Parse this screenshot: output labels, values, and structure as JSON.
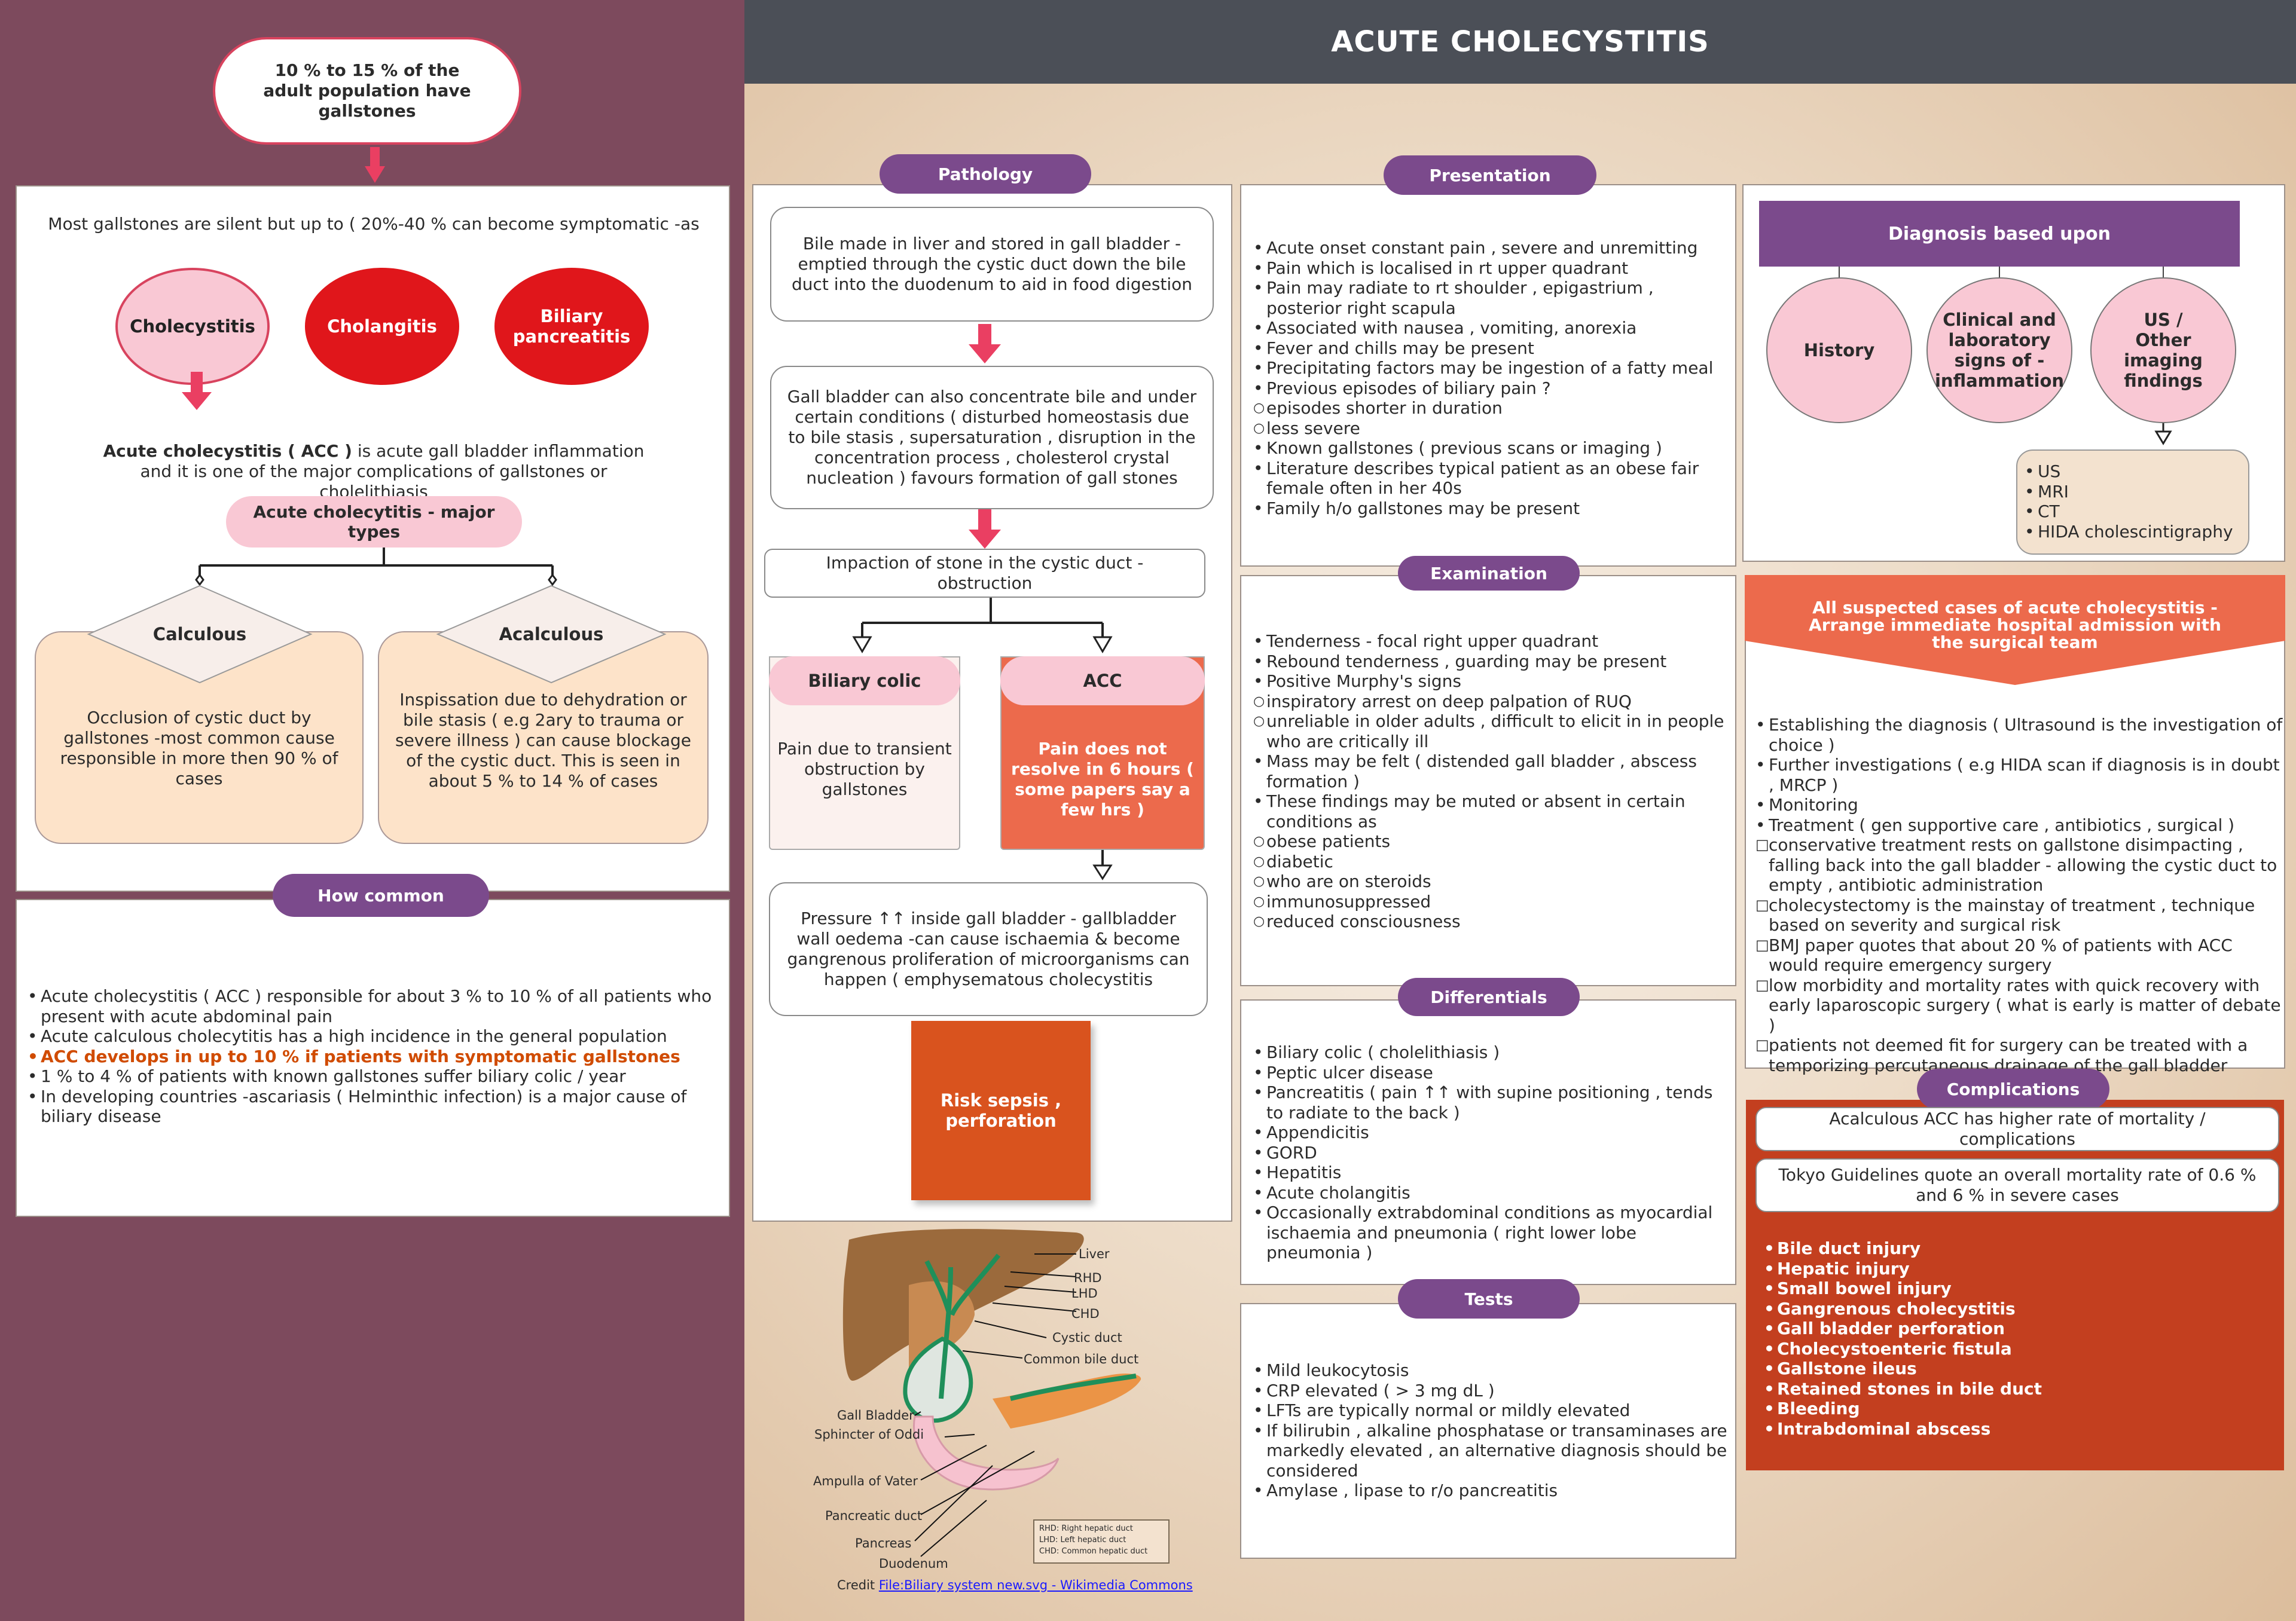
{
  "title": "ACUTE CHOLECYSTITIS",
  "left": {
    "gallstones_bubble": "10 % to 15 % of the adult population have gallstones",
    "silent_text": "Most gallstones are silent but up to ( 20%-40 % can become symptomatic -as",
    "complications": [
      "Cholecystitis",
      "Cholangitis",
      "Biliary pancreatitis"
    ],
    "acc_def_bold": "Acute cholecystitis ( ACC )",
    "acc_def_rest": " is acute gall bladder inflammation and it is one of the major complications of gallstones or cholelithiasis",
    "major_types": "Acute cholecytitis - major types",
    "calculous": {
      "label": "Calculous",
      "desc": "Occlusion of cystic duct by gallstones -most common cause responsible in more then 90 % of cases"
    },
    "acalculous": {
      "label": "Acalculous",
      "desc": "Inspissation due to dehydration or bile stasis ( e.g 2ary to trauma or severe illness ) can cause blockage of the cystic duct. This is seen in about 5 % to 14 % of cases"
    },
    "how_common": {
      "title": "How common",
      "items": [
        "Acute cholecystitis ( ACC ) responsible for about 3 % to 10 % of all patients who present with acute abdominal pain",
        "Acute calculous cholecytitis has a high incidence in the general population",
        "ACC develops in up to 10 % if patients with symptomatic gallstones",
        "1 % to 4 % of patients with known gallstones suffer biliary colic / year",
        "In developing countries -ascariasis ( Helminthic infection) is a major cause of biliary disease"
      ]
    }
  },
  "pathology": {
    "title": "Pathology",
    "step1": "Bile made in liver and stored in gall bladder - emptied through the cystic duct down the bile duct into the duodenum to aid in food digestion",
    "step2": "Gall bladder can also concentrate bile and under certain conditions ( disturbed homeostasis  due to bile stasis , supersaturation , disruption in the concentration process , cholesterol crystal nucleation ) favours formation of gall stones",
    "step3": "Impaction of stone in the cystic duct - obstruction",
    "colic_label": "Biliary colic",
    "colic_desc": "Pain due to transient obstruction by gallstones",
    "acc_label": "ACC",
    "acc_desc": "Pain does not resolve in  6 hours ( some papers say a few hrs )",
    "step4": "Pressure ↑↑ inside gall bladder - gallbladder wall oedema -can cause ischaemia & become gangrenous proliferation of microorganisms can happen ( emphysematous cholecystitis",
    "risk": "Risk sepsis , perforation"
  },
  "anatomy": {
    "labels": [
      "Liver",
      "RHD",
      "LHD",
      "CHD",
      "Cystic duct",
      "Common bile duct",
      "Gall Bladder",
      "Sphincter of Oddi",
      "Ampulla of Vater",
      "Pancreatic duct",
      "Pancreas",
      "Duodenum"
    ],
    "legend": [
      "RHD: Right hepatic duct",
      "LHD: Left hepatic duct",
      "CHD: Common hepatic duct"
    ],
    "credit_prefix": "Credit ",
    "credit_link": "File:Biliary system new.svg - Wikimedia Commons"
  },
  "presentation": {
    "title": "Presentation",
    "items": [
      {
        "t": "Acute onset constant pain , severe and unremitting",
        "s": 0
      },
      {
        "t": "Pain which is localised in rt upper quadrant",
        "s": 0
      },
      {
        "t": "Pain may radiate to rt shoulder , epigastrium , posterior right scapula",
        "s": 0
      },
      {
        "t": "Associated with nausea , vomiting,  anorexia",
        "s": 0
      },
      {
        "t": "Fever and chills may be present",
        "s": 0
      },
      {
        "t": "Precipitating factors may be ingestion of a fatty meal",
        "s": 0
      },
      {
        "t": "Previous episodes of biliary pain ?",
        "s": 0
      },
      {
        "t": "episodes shorter in duration",
        "s": 1
      },
      {
        "t": "less severe",
        "s": 1
      },
      {
        "t": "Known gallstones ( previous scans or imaging )",
        "s": 0
      },
      {
        "t": "Literature describes typical patient as an obese fair female often in her 40s",
        "s": 0
      },
      {
        "t": "Family h/o gallstones may be present",
        "s": 0
      }
    ]
  },
  "examination": {
    "title": "Examination",
    "items": [
      {
        "t": "Tenderness - focal right upper quadrant",
        "s": 0
      },
      {
        "t": "Rebound tenderness , guarding may be present",
        "s": 0
      },
      {
        "t": "Positive Murphy's signs",
        "s": 0
      },
      {
        "t": "inspiratory arrest on deep palpation of RUQ",
        "s": 1
      },
      {
        "t": "unreliable in older adults , difficult to elicit in in people who are critically ill",
        "s": 1
      },
      {
        "t": "Mass may be felt ( distended gall bladder , abscess formation )",
        "s": 0
      },
      {
        "t": "These findings may be muted or absent in certain conditions as",
        "s": 0
      },
      {
        "t": "obese patients",
        "s": 1
      },
      {
        "t": "diabetic",
        "s": 1
      },
      {
        "t": "who are on steroids",
        "s": 1
      },
      {
        "t": "immunosuppressed",
        "s": 1
      },
      {
        "t": "reduced consciousness",
        "s": 1
      }
    ]
  },
  "differentials": {
    "title": "Differentials",
    "items": [
      "Biliary colic ( cholelithiasis )",
      "Peptic ulcer disease",
      "Pancreatitis ( pain ↑↑ with supine positioning , tends to radiate to the back )",
      "Appendicitis",
      "GORD",
      "Hepatitis",
      "Acute cholangitis",
      "Occasionally extrabdominal conditions as myocardial ischaemia and pneumonia ( right lower lobe pneumonia )"
    ]
  },
  "tests": {
    "title": "Tests",
    "items": [
      "Mild leukocytosis",
      "CRP elevated ( > 3 mg  dL )",
      "LFTs are typically normal or mildly elevated",
      "If bilirubin , alkaline phosphatase or transaminases are markedly elevated , an alternative diagnosis should be considered",
      "Amylase , lipase to r/o pancreatitis"
    ]
  },
  "diagnosis": {
    "title": "Diagnosis based upon",
    "circles": [
      "History",
      "Clinical and laboratory signs of -inflammation",
      "US / Other imaging findings"
    ],
    "imaging": [
      "US",
      "MRI",
      "CT",
      "HIDA cholescintigraphy"
    ]
  },
  "management": {
    "banner": "All suspected cases of acute cholecystitis - Arrange immediate hospital admission with the surgical team",
    "items": [
      {
        "t": "Establishing the diagnosis ( Ultrasound is the investigation of choice )",
        "s": 0
      },
      {
        "t": "Further investigations ( e.g HIDA scan if diagnosis is in doubt , MRCP )",
        "s": 0
      },
      {
        "t": "Monitoring",
        "s": 0
      },
      {
        "t": "Treatment ( gen supportive care , antibiotics , surgical )",
        "s": 0
      },
      {
        "t": "conservative treatment rests on gallstone disimpacting , falling back into the gall bladder - allowing the cystic duct to empty , antibiotic administration",
        "s": 2
      },
      {
        "t": "cholecystectomy is the mainstay of treatment , technique based on severity and surgical risk",
        "s": 2
      },
      {
        "t": " BMJ paper quotes that about 20 % of patients with ACC would require emergency surgery",
        "s": 2
      },
      {
        "t": "low morbidity and mortality rates with quick recovery with early laparoscopic surgery ( what is early is matter of debate )",
        "s": 2
      },
      {
        "t": "patients not deemed fit for surgery can be treated with a temporizing percutaneous drainage of the gall bladder",
        "s": 2
      }
    ]
  },
  "complications": {
    "title": "Complications",
    "note1": "Acalculous ACC has higher rate of  mortality / complications",
    "note2": "Tokyo Guidelines quote an overall mortality rate of 0.6 % and 6 % in severe cases",
    "items": [
      "Bile duct injury",
      "Hepatic injury",
      "Small bowel injury",
      "Gangrenous cholecystitis",
      "Gall bladder perforation",
      "Cholecystoenteric fistula",
      "Gallstone ileus",
      "Retained stones in bile duct",
      "Bleeding",
      "Intrabdominal abscess"
    ]
  },
  "colors": {
    "sidebar": "#7d4a5d",
    "header": "#4b4f57",
    "pill": "#7b4a8c",
    "pink": "#f9c8d4",
    "red": "#e0161b",
    "orange": "#ec6a4c",
    "dark_orange": "#d9531e",
    "complications_bg": "#c33f1f",
    "highlight_text": "#d04b00"
  }
}
